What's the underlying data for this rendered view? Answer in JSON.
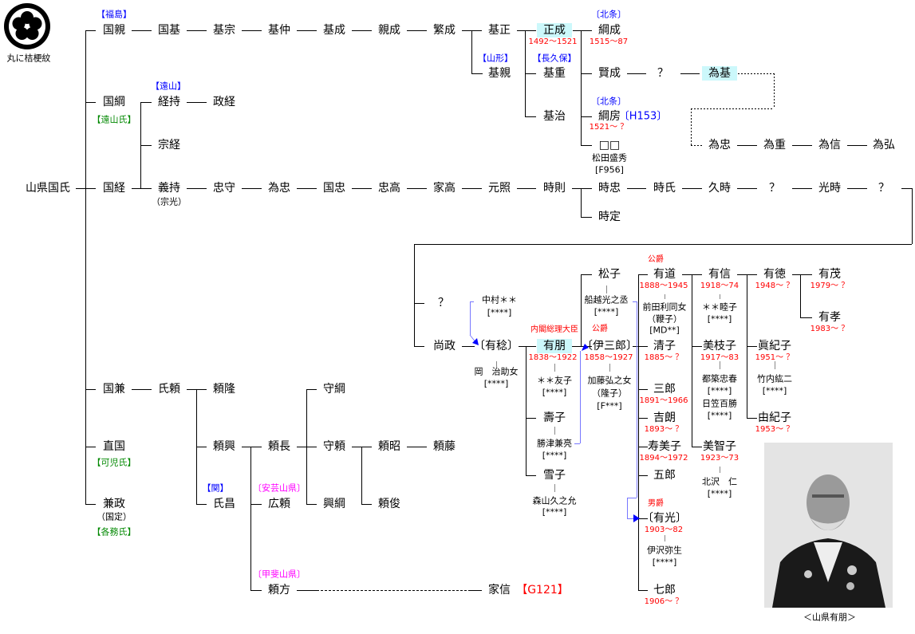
{
  "title_crest": "丸に桔梗紋",
  "photo_caption": "＜山県有朋＞",
  "colors": {
    "date": "#ff0000",
    "region": "#0000ff",
    "clan": "#008000",
    "branch": "#ff00ff",
    "highlight": "#ccf8fb",
    "link": "#7777ff"
  },
  "labels": {
    "crest_label": "丸に桔梗紋",
    "root": "山県国氏",
    "fukushima": "【福島】",
    "kunichika": "国親",
    "kunimoto": "国基",
    "motomune": "基宗",
    "motonaka": "基仲",
    "motonari": "基成",
    "chikanari": "親成",
    "shigenari": "繁成",
    "motomasa": "基正",
    "yamagata": "【山形】",
    "motochika": "基親",
    "masanari": "正成",
    "masanari_d": "1492〜1521",
    "nagakubo": "【長久保】",
    "motoshige": "基重",
    "motoharu": "基治",
    "hojo1": "〔北条〕",
    "tsunashige": "綱成",
    "tsunashige_d": "1515〜87",
    "katanari": "賢成",
    "q1": "？",
    "tamemoto": "為基",
    "hojo2": "〔北条〕",
    "tsunafusa": "綱房",
    "h153": "〔H153〕",
    "tsunafusa_d": "1521〜 ？",
    "unknown": "□□",
    "matsuda": "松田盛秀",
    "f956": "[F956]",
    "tametada2": "為忠",
    "tameshige": "為重",
    "tamenobu": "為信",
    "tamehiro": "為弘",
    "kunitsuna": "国綱",
    "toyama_shi": "【遠山氏】",
    "toyama": "【遠山】",
    "tsunemochi": "経持",
    "masatsune": "政経",
    "munetsune": "宗経",
    "kunitsune": "国経",
    "yoshimochi": "義持",
    "munemitsu": "（宗光）",
    "tadamori": "忠守",
    "tametada": "為忠",
    "kunitada": "国忠",
    "tadataka": "忠高",
    "ietaka": "家高",
    "motoaki": "元照",
    "tokinori": "時則",
    "tokitada": "時忠",
    "tokiuji": "時氏",
    "hisatoki": "久時",
    "q2": "？",
    "mitsutoki": "光時",
    "q3": "？",
    "tokisada": "時定",
    "q4": "？",
    "hisamasa": "尚政",
    "nakamura": "中村＊＊",
    "nakamura_r": "[****]",
    "arimasa": "〔有稔〕",
    "oka": "岡　治助女",
    "oka_r": "[****]",
    "pm": "内閣総理大臣",
    "aritomo": "有朋",
    "aritomo_d": "1838〜1922",
    "tomoko": "＊＊友子",
    "tomoko_r": "[****]",
    "hisako": "壽子",
    "katsu": "勝津兼亮",
    "katsu_r": "[****]",
    "yukiko": "雪子",
    "moriyama": "森山久之允",
    "moriyama_r": "[****]",
    "matsuko": "松子",
    "funakoshi": "船越光之丞",
    "funakoshi_r": "[****]",
    "koshaku1": "公爵",
    "isaburo": "〔伊三郎〕",
    "isaburo_d": "1858〜1927",
    "kato": "加藤弘之女",
    "takako": "（隆子）",
    "kato_r": "[F***]",
    "koshaku2": "公爵",
    "arimichi": "有道",
    "arimichi_d": "1888〜1945",
    "maeda": "前田利同女",
    "muchiko": "（鞭子）",
    "maeda_r": "[MD**]",
    "kiyoko": "清子",
    "kiyoko_d": "1885〜 ？",
    "saburo": "三郎",
    "saburo_d": "1891〜1966",
    "yoshiro": "吉朗",
    "yoshiro_d": "1893〜 ？",
    "sumiko": "寿美子",
    "sumiko_d": "1894〜1972",
    "goro": "五郎",
    "danshaku": "男爵",
    "arimitsu": "〔有光〕",
    "arimitsu_d": "1903〜82",
    "izawa": "伊沢弥生",
    "izawa_r": "[****]",
    "shichiro": "七郎",
    "shichiro_d": "1906〜 ？",
    "arinobu": "有信",
    "arinobu_d": "1918〜74",
    "mutsuko": "＊＊睦子",
    "mutsuko_r": "[****]",
    "mieko": "美枝子",
    "mieko_d": "1917〜83",
    "tsuzuki": "都築忠春",
    "tsuzuki_r": "[****]",
    "hikasa": "日笠百勝",
    "hikasa_r": "[****]",
    "michiko": "美智子",
    "michiko_d": "1923〜73",
    "kitazawa": "北沢　仁",
    "kitazawa_r": "[****]",
    "arinori": "有徳",
    "arinori_d": "1948〜 ？",
    "makiko": "眞紀子",
    "makiko_d": "1951〜 ？",
    "takeuchi": "竹内紘二",
    "takeuchi_r": "[****]",
    "yukiko2": "由紀子",
    "yukiko2_d": "1953〜 ？",
    "arishige": "有茂",
    "arishige_d": "1979〜 ？",
    "aritaka": "有孝",
    "aritaka_d": "1983〜 ？",
    "kunikane": "国兼",
    "ujiyori": "氏頼",
    "yoritaka": "頼隆",
    "naokuni": "直国",
    "kani": "【可児氏】",
    "kanemasa": "兼政",
    "kunisada": "（国定）",
    "kagami": "【各務氏】",
    "yorioki": "頼興",
    "seki": "【関】",
    "ujimasa": "氏昌",
    "yorinaga": "頼長",
    "aki": "〔安芸山県〕",
    "hiroyori": "広頼",
    "kai": "〔甲斐山県〕",
    "yorikata": "頼方",
    "morotsuna": "守綱",
    "moriyori": "守頼",
    "okitsuna": "興綱",
    "yoriaki": "頼昭",
    "yorifuji": "頼藤",
    "yoritoshi": "頼俊",
    "ienobu": "家信",
    "g121": "【G121】",
    "photo_caption": "＜山県有朋＞"
  }
}
